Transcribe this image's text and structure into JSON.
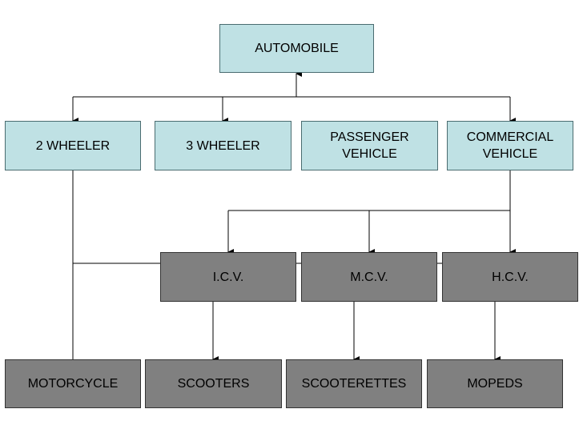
{
  "diagram": {
    "root": "AUTOMOBILE",
    "categories": [
      "2 WHEELER",
      "3 WHEELER",
      "PASSENGER\nVEHICLE",
      "COMMERCIAL\nVEHICLE"
    ],
    "commercial_types": [
      "I.C.V.",
      "M.C.V.",
      "H.C.V."
    ],
    "two_wheeler_types": [
      "MOTORCYCLE",
      "SCOOTERS",
      "SCOOTERETTES",
      "MOPEDS"
    ]
  },
  "colors": {
    "light_box": "#bfe1e4",
    "dark_box": "#808080",
    "line": "#000000"
  }
}
